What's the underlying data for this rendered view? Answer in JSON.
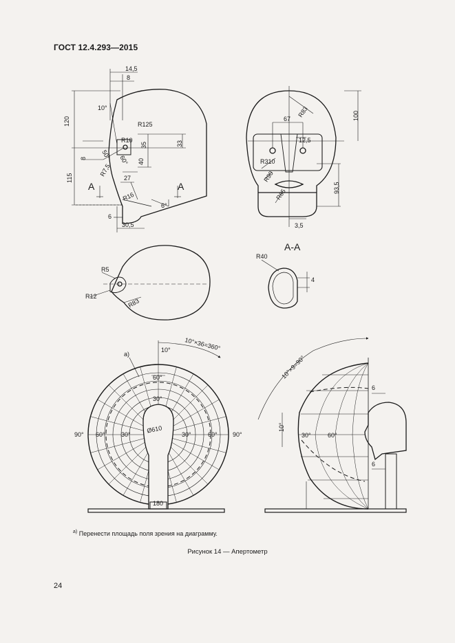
{
  "header": {
    "standard": "ГОСТ 12.4.293—2015"
  },
  "side_view": {
    "dims": [
      "14,5",
      "8",
      "10°",
      "120",
      "R125",
      "R10",
      "35",
      "33",
      "8",
      "50°",
      "40",
      "60°",
      "R7,5",
      "27",
      "R16",
      "115",
      "6°",
      "6",
      "30,5"
    ],
    "section_marks": [
      "A",
      "A"
    ]
  },
  "front_view": {
    "dims": [
      "100",
      "R83",
      "67",
      "12,5",
      "R310",
      "R90",
      "R65",
      "93,5",
      "3,5"
    ]
  },
  "top_view": {
    "dims": [
      "R5",
      "R12",
      "R83"
    ]
  },
  "section_view": {
    "title": "A-A",
    "dims": [
      "R40",
      "4"
    ]
  },
  "perimeter_front": {
    "note_marker": "a)",
    "dims": [
      "10°×36=360°",
      "10°",
      "60°",
      "30°",
      "90°",
      "60°",
      "30°",
      "Ø610",
      "30°",
      "60°",
      "90°",
      "180"
    ]
  },
  "perimeter_side": {
    "dims": [
      "10°×9=90°",
      "6",
      "10°",
      "30°",
      "60°",
      "6"
    ]
  },
  "footnote": {
    "marker": "а)",
    "text": "Перенести площадь поля зрения на диаграмму."
  },
  "caption": "Рисунок 14 — Апертометр",
  "page_number": "24"
}
